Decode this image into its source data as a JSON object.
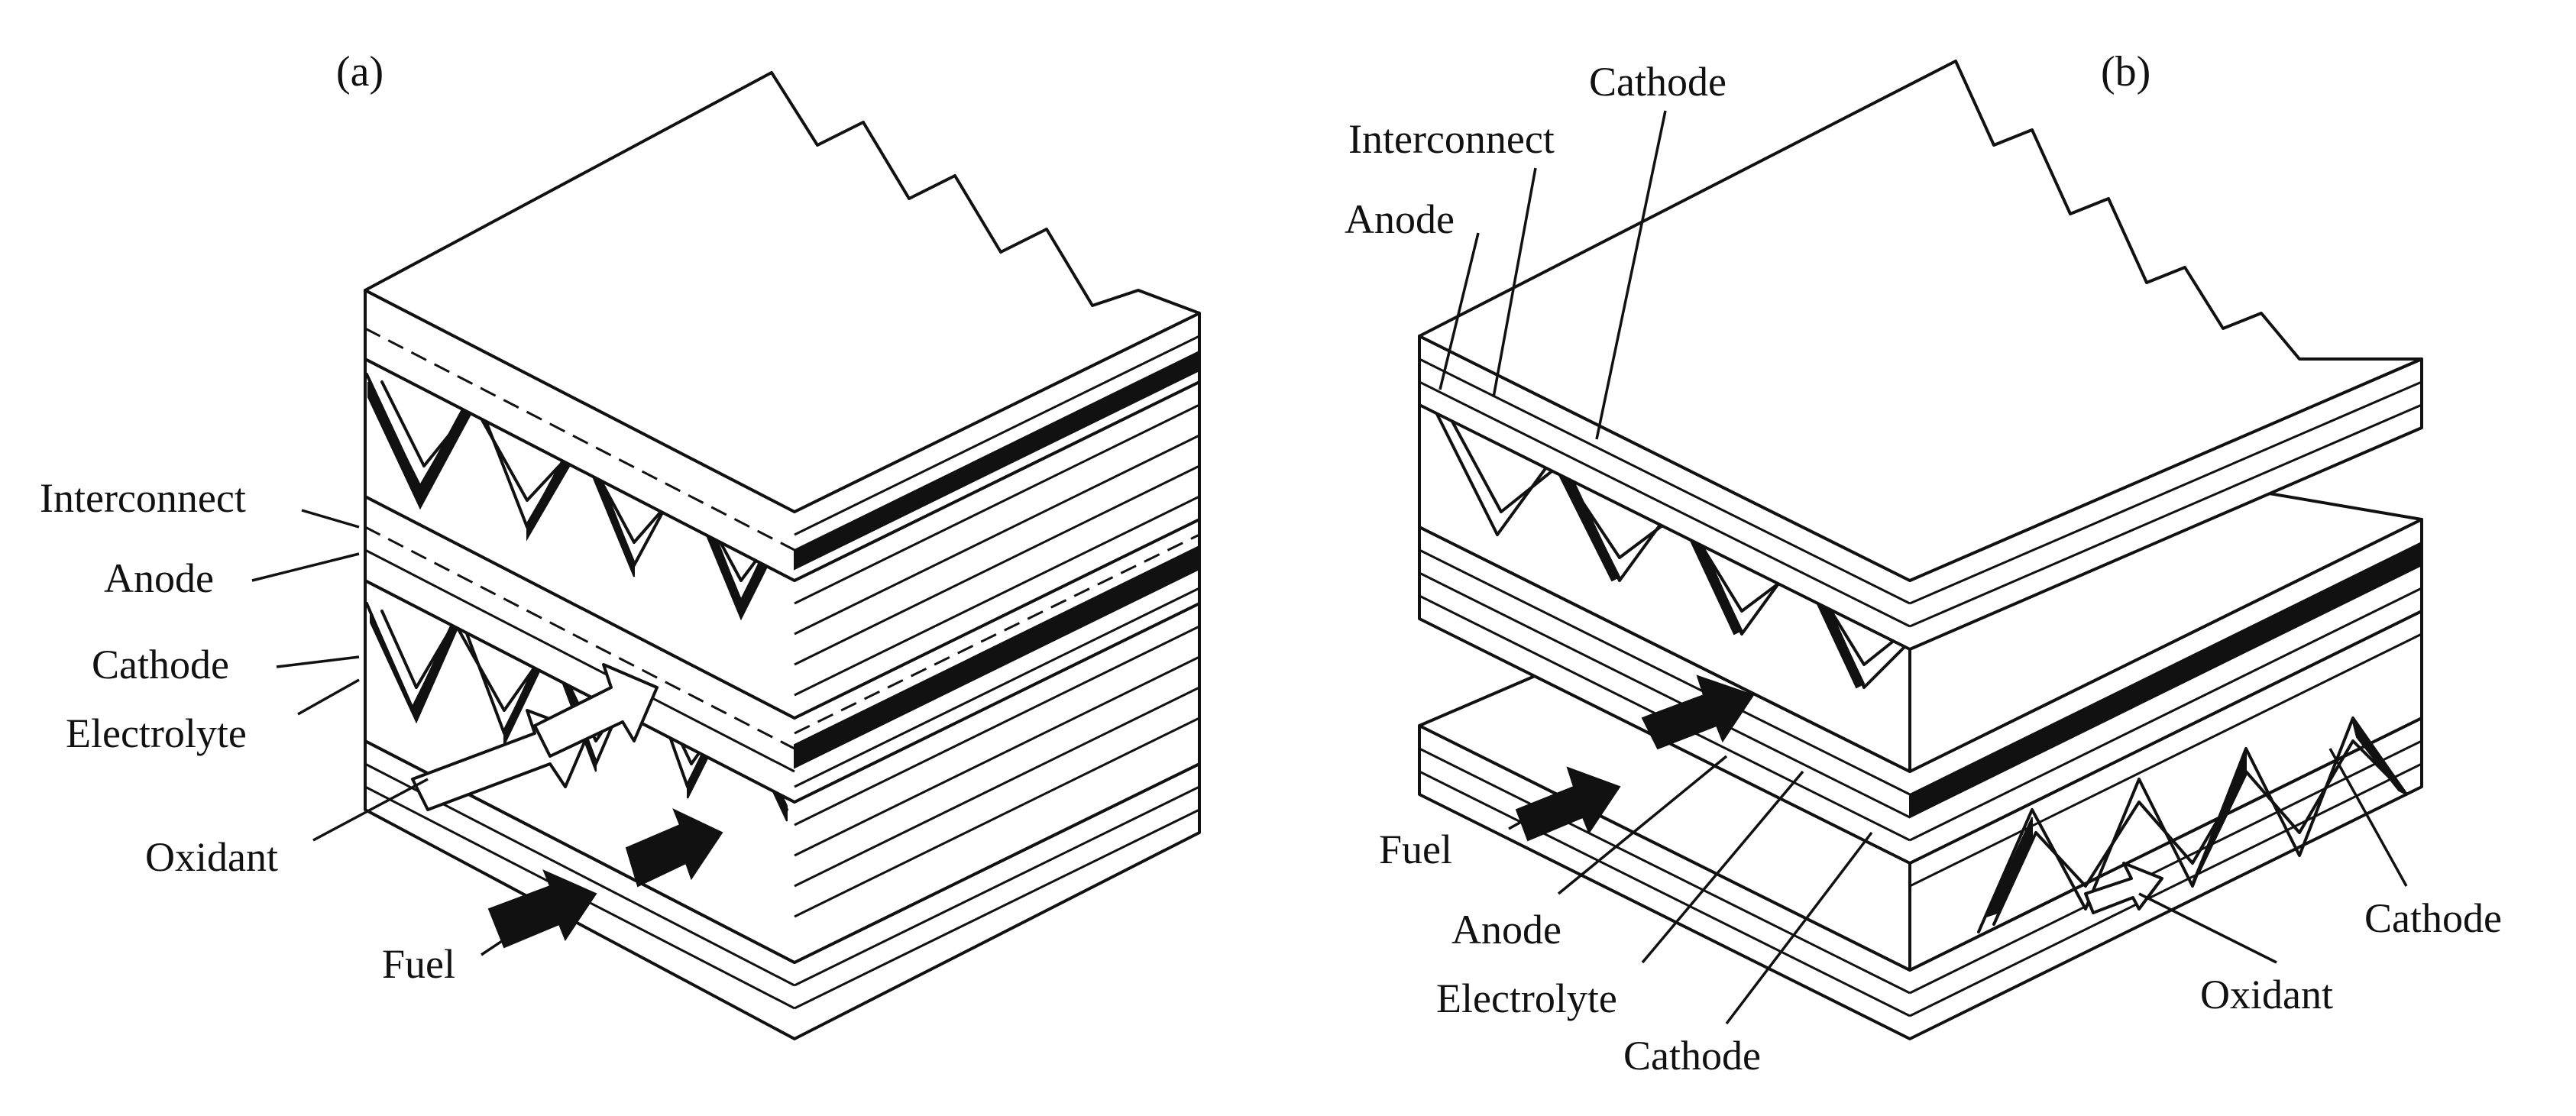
{
  "figure": {
    "panel_a": {
      "tag": "(a)",
      "labels": {
        "interconnect": "Interconnect",
        "anode": "Anode",
        "cathode": "Cathode",
        "electrolyte": "Electrolyte",
        "oxidant": "Oxidant",
        "fuel": "Fuel"
      }
    },
    "panel_b": {
      "tag": "(b)",
      "labels": {
        "cathode_top": "Cathode",
        "interconnect": "Interconnect",
        "anode_top": "Anode",
        "fuel": "Fuel",
        "anode_bottom": "Anode",
        "electrolyte": "Electrolyte",
        "cathode_bottom": "Cathode",
        "cathode_right": "Cathode",
        "oxidant": "Oxidant"
      }
    }
  },
  "colors": {
    "ink": "#111111",
    "paper": "#ffffff"
  }
}
